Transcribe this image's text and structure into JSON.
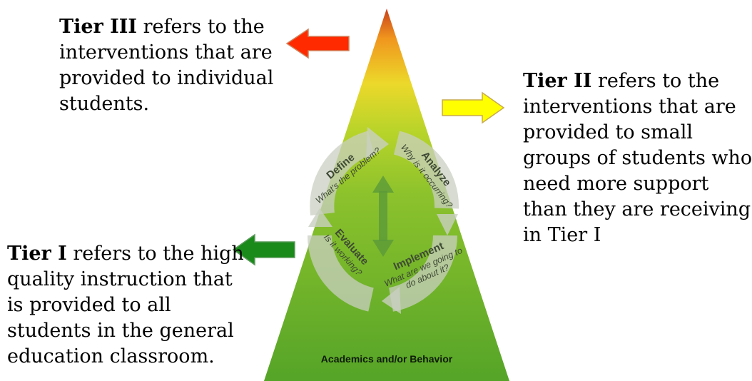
{
  "tiers": {
    "tier3": {
      "title": "Tier III",
      "text": " refers to the interventions that are provided to individual students."
    },
    "tier2": {
      "title": "Tier II",
      "text": " refers to the interventions that are provided to small groups of students who need more support than they are receiving in Tier I"
    },
    "tier1": {
      "title": "Tier I",
      "text": " refers to the high quality instruction that is provided to all students in the general education classroom."
    }
  },
  "pyramid": {
    "base_label": "Academics and/or Behavior",
    "cycle": {
      "define": {
        "title": "Define",
        "sub": "What's the problem?"
      },
      "analyze": {
        "title": "Analyze",
        "sub": "Why is it occurring?"
      },
      "implement": {
        "title": "Implement",
        "sub1": "What are we going to",
        "sub2": "do about it?"
      },
      "evaluate": {
        "title": "Evaluate",
        "sub": "Is it working?"
      }
    }
  },
  "colors": {
    "tier3_arrow": "#ff2a00",
    "tier2_arrow": "#ffff00",
    "tier1_arrow": "#1a8a1a",
    "pyramid_top": "#d04a10",
    "pyramid_mid": "#e6e02a",
    "pyramid_bottom": "#5aa62a"
  }
}
